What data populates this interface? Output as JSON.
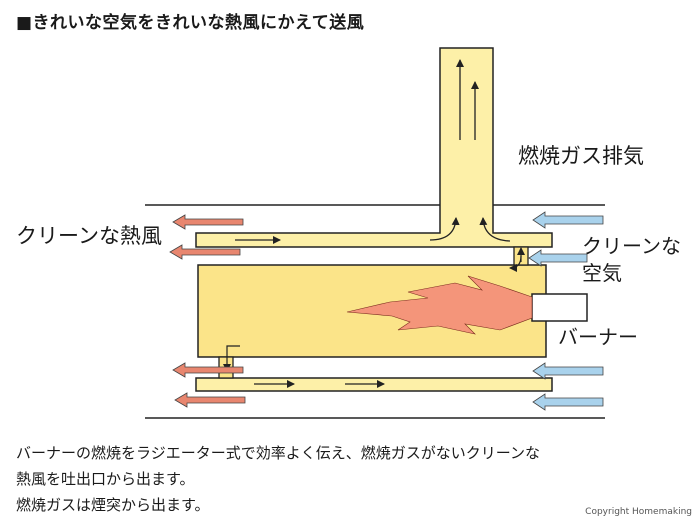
{
  "title": "■きれいな空気をきれいな熱風にかえて送風",
  "diagram": {
    "label_exhaust": "燃焼ガス排気",
    "label_hot_air": "クリーンな熱風",
    "label_clean_air_1": "クリーンな",
    "label_clean_air_2": "空気",
    "label_burner": "バーナー",
    "colors": {
      "duct_fill": "#fdf0a8",
      "chamber_fill": "#fbe489",
      "outline": "#222222",
      "hot_arrow": "#e8866f",
      "cold_arrow": "#a9d2ec",
      "flame": "#f4957a"
    }
  },
  "caption": {
    "line1": "バーナーの燃焼をラジエーター式で効率よく伝え、燃焼ガスがないクリーンな",
    "line2": "熱風を吐出口から出ます。",
    "line3": "燃焼ガスは煙突から出ます。"
  },
  "copyright": "Copyright Homemaking"
}
